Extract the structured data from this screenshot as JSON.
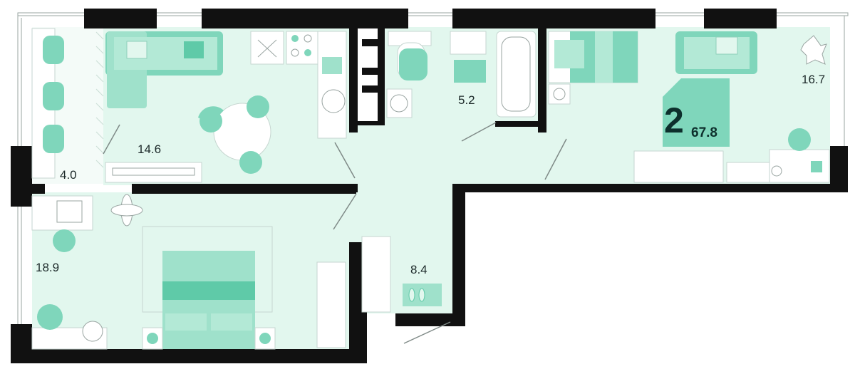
{
  "apartment": {
    "rooms": "2",
    "total_area": "67.8"
  },
  "rooms": [
    {
      "id": "balcony",
      "area": "4.0"
    },
    {
      "id": "kitchen-living",
      "area": "14.6"
    },
    {
      "id": "bathroom",
      "area": "5.2"
    },
    {
      "id": "room-right",
      "area": "16.7"
    },
    {
      "id": "bedroom",
      "area": "18.9"
    },
    {
      "id": "hallway",
      "area": "8.4"
    }
  ],
  "colors": {
    "floor": "#e2f7ee",
    "furniture": "#7fd6bb",
    "furniture_light": "#b3e9d6",
    "wall": "#111111",
    "badge": "#7fd6bb",
    "text": "#1d2a2a"
  }
}
